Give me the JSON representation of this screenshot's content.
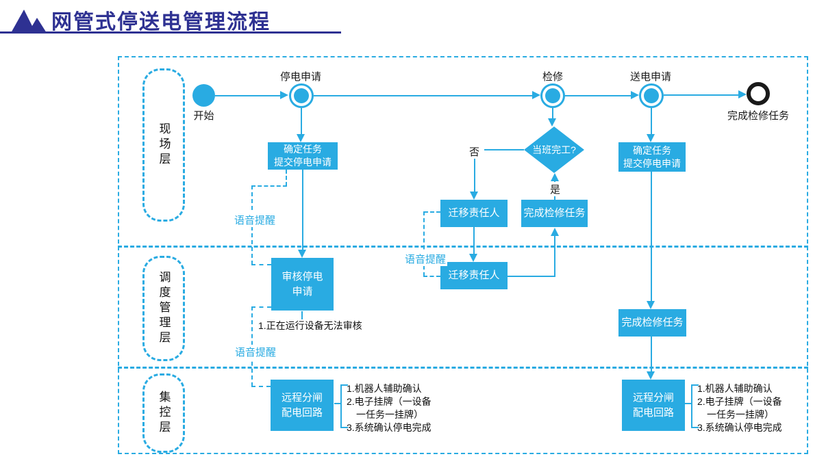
{
  "header": {
    "title": "网管式停送电管理流程"
  },
  "icons": {
    "logo": "mountain-peaks-logo"
  },
  "lanes": [
    {
      "label": "现场层"
    },
    {
      "label": "调度管理层"
    },
    {
      "label": "集控层"
    }
  ],
  "nodes": {
    "start": "开始",
    "power_off_request": "停电申请",
    "maintenance": "检修",
    "power_on_request": "送电申请",
    "end": "完成检修任务",
    "decision": "当班完工?"
  },
  "boxes": {
    "confirm_task_line1": "确定任务",
    "confirm_task_line2": "提交停电申请",
    "review_line1": "审核停电",
    "review_line2": "申请",
    "migrate": "迁移责任人",
    "complete": "完成检修任务",
    "remote_line1": "远程分闸",
    "remote_line2": "配电回路"
  },
  "labels": {
    "yes": "是",
    "no": "否",
    "voice": "语音提醒"
  },
  "notes": {
    "review_note": "1.正在运行设备无法审核",
    "checklist": [
      "1.机器人辅助确认",
      "2.电子挂牌（一设备",
      "一任务一挂牌）",
      "3.系统确认停电完成"
    ]
  },
  "colors": {
    "accent": "#29abe2",
    "title_navy": "#2e3192",
    "end_ring": "#1a1a1a"
  }
}
